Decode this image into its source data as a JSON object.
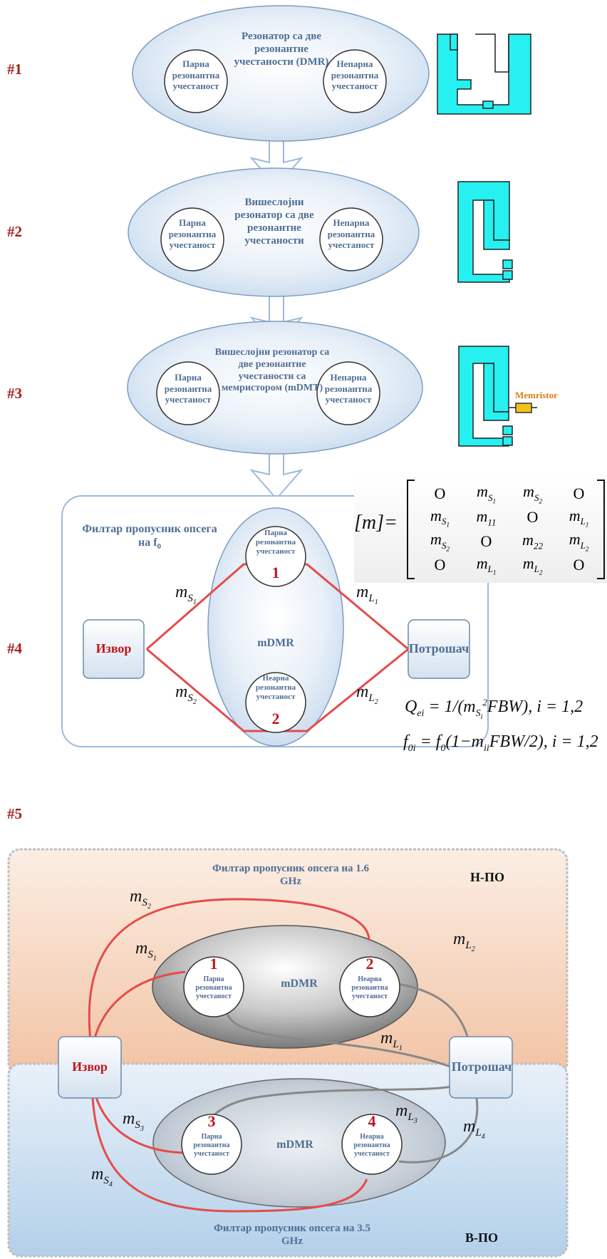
{
  "steps": [
    "#1",
    "#2",
    "#3",
    "#4",
    "#5"
  ],
  "level1": {
    "center": "Резонатор са две резонантне учестаности (DMR)",
    "left": "Парна резонантна учестаност",
    "right": "Непарна резонантна учестаност"
  },
  "level2": {
    "center": "Вишеслојни резонатор са две резонантне учестаности",
    "left": "Парна резонантна учестаност",
    "right": "Непарна резонантна учестаност"
  },
  "level3": {
    "center": "Вишеслојни резонатор са две резонантне учестаности са мемристором (mDMT)",
    "left": "Парна резонантна учестаност",
    "right": "Непарна резонантна учестаност",
    "memristor_label": "Memristor"
  },
  "level4": {
    "filter_title": "Филтар пропусник опсега на f",
    "filter_sub": "0",
    "source": "Извор",
    "load": "Потрошач",
    "center": "mDMR",
    "res1": {
      "num": "1",
      "text": "Парна резонантна учестаност"
    },
    "res2": {
      "num": "2",
      "text": "Неарна резонантна учестаност"
    },
    "couplings": [
      "m_S1",
      "m_L1",
      "m_S2",
      "m_L2"
    ],
    "matrix": [
      [
        "0",
        "mS1",
        "mS2",
        "0"
      ],
      [
        "mS1",
        "m11",
        "0",
        "mL1"
      ],
      [
        "mS2",
        "0",
        "m22",
        "mL2"
      ],
      [
        "0",
        "mL1",
        "mL2",
        "0"
      ]
    ],
    "eq1": "Qei = 1/(mSi² FBW), i = 1,2",
    "eq2": "f0i = f0(1−mii FBW/2), i = 1,2"
  },
  "level5": {
    "top_title": "Филтар пропусник опсега на 1.6 GHz",
    "top_tag": "Н-ПО",
    "bottom_title": "Филтар пропусник опсега на 3.5 GHz",
    "bottom_tag": "В-ПО",
    "source": "Извор",
    "load": "Потрошач",
    "center_top": "mDMR",
    "center_bottom": "mDMR",
    "res": [
      {
        "num": "1",
        "text": "Парна резонантна учестаност"
      },
      {
        "num": "2",
        "text": "Неарна резонантна учестаност"
      },
      {
        "num": "3",
        "text": "Парна резонантна учестаност"
      },
      {
        "num": "4",
        "text": "Неарна резонантна учестаност"
      }
    ]
  },
  "colors": {
    "accent_red": "#c0161b",
    "text_blue": "#4f6e95",
    "resonator_cyan": "#26f0f0",
    "top_band": "#f3c9ad",
    "bottom_band": "#b9d4ec"
  }
}
